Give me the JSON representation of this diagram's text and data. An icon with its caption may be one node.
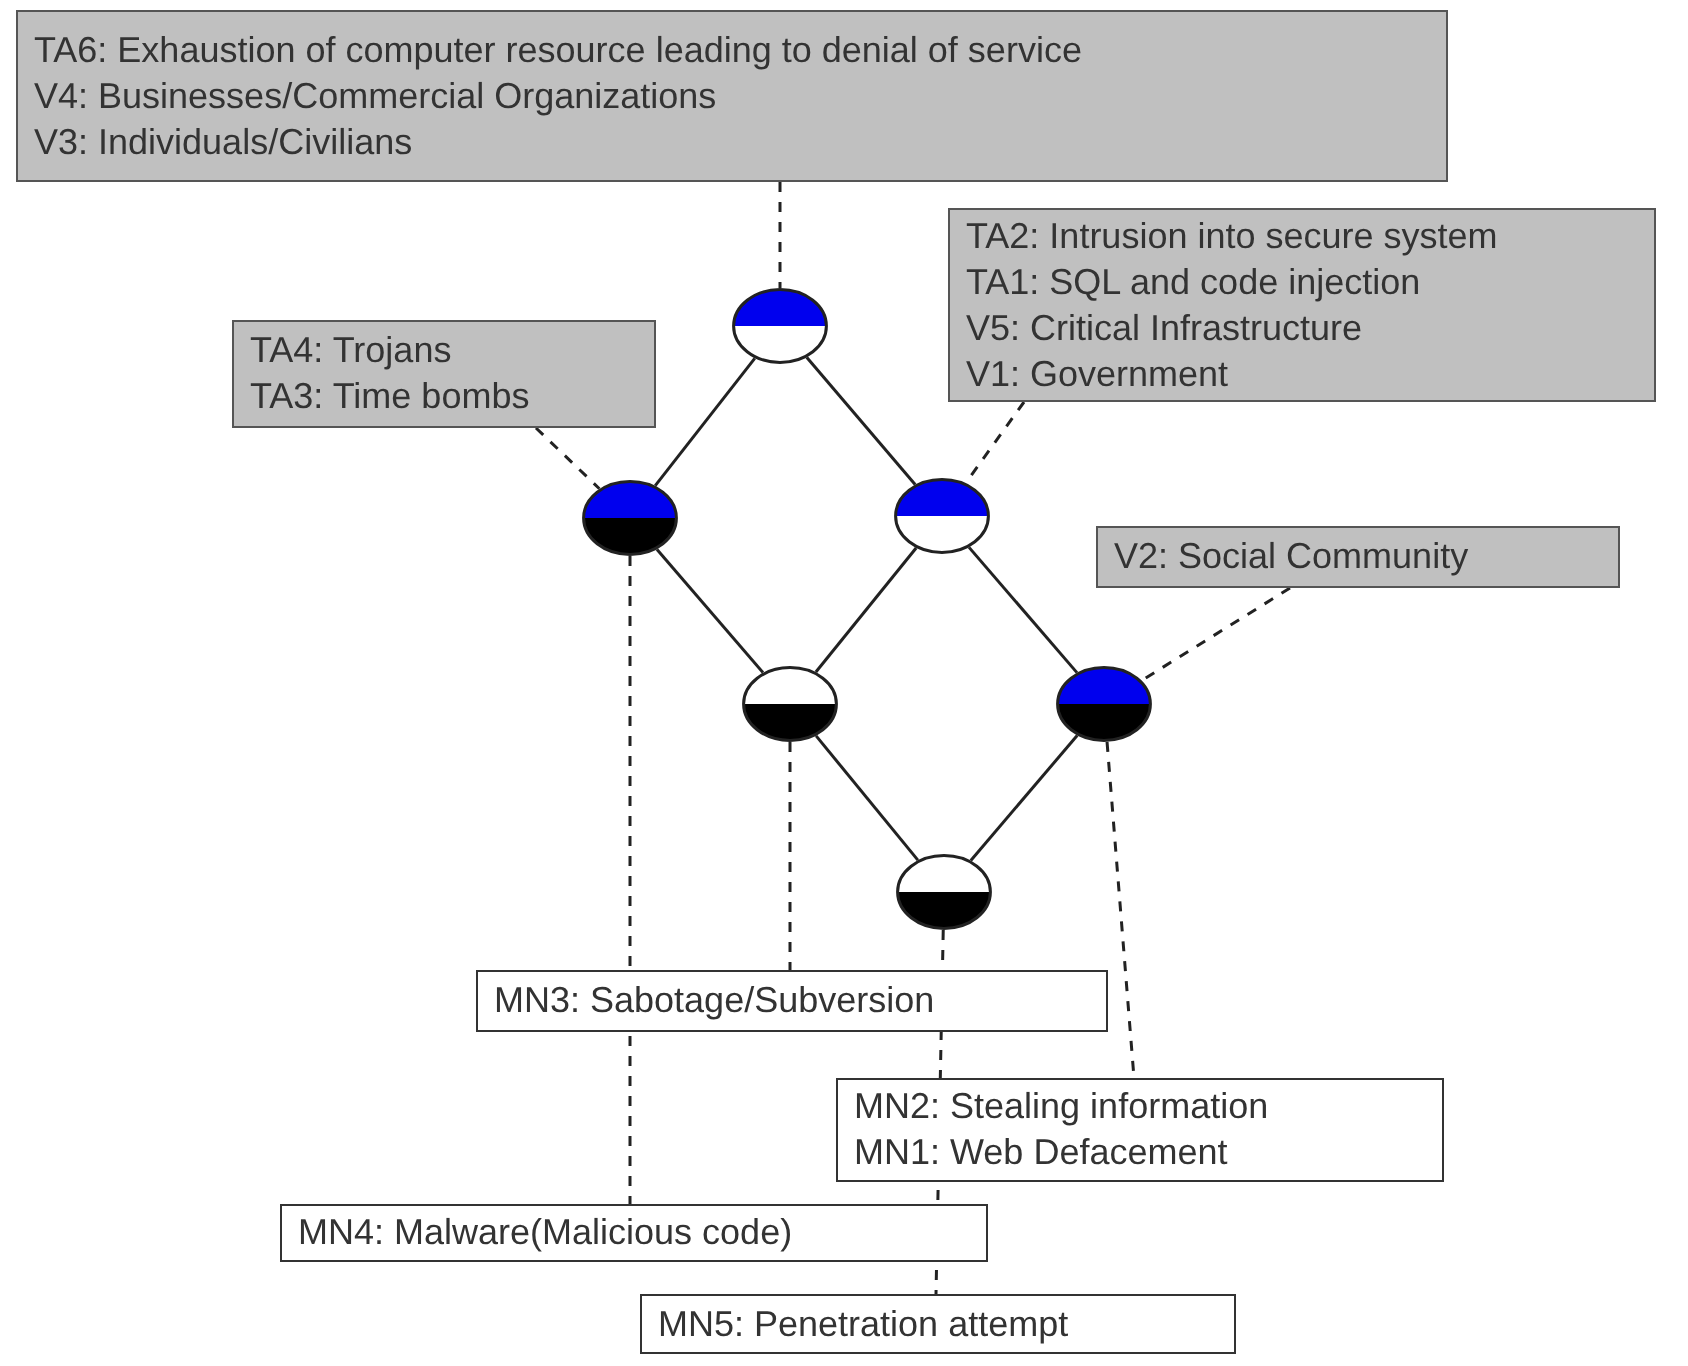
{
  "diagram": {
    "nodes": [
      {
        "text": [
          "TA6: Exhaustion of computer resource leading to denial of service",
          "V4: Businesses/Commercial Organizations",
          "V3: Individuals/Civilians"
        ]
      },
      {
        "text": [
          "TA2: Intrusion into secure system",
          "TA1: SQL and code injection",
          "V5: Critical Infrastructure",
          "V1: Government"
        ]
      },
      {
        "text": [
          "TA4: Trojans",
          "TA3: Time bombs"
        ]
      },
      {
        "text": [
          "V2: Social Community"
        ]
      },
      {
        "text": [],
        "shape": "circle"
      },
      {
        "text": [],
        "shape": "circle"
      },
      {
        "text": [],
        "shape": "circle"
      },
      {
        "text": [],
        "shape": "circle"
      },
      {
        "text": [],
        "shape": "circle"
      },
      {
        "text": [],
        "shape": "circle"
      },
      {
        "text": [
          "MN3: Sabotage/Subversion"
        ]
      },
      {
        "text": [
          "MN2: Stealing information",
          "MN1: Web Defacement"
        ]
      },
      {
        "text": [
          "MN4: Malware(Malicious code)"
        ]
      },
      {
        "text": [
          "MN5: Penetration attempt"
        ]
      }
    ],
    "edges": [
      {
        "from": 4,
        "to": 5,
        "arrow": "none"
      },
      {
        "from": 4,
        "to": 6,
        "arrow": "none"
      },
      {
        "from": 5,
        "to": 7,
        "arrow": "none"
      },
      {
        "from": 6,
        "to": 7,
        "arrow": "none"
      },
      {
        "from": 6,
        "to": 8,
        "arrow": "none"
      },
      {
        "from": 7,
        "to": 9,
        "arrow": "none"
      },
      {
        "from": 8,
        "to": 9,
        "arrow": "none"
      },
      {
        "from": 0,
        "to": 4,
        "arrow": "none",
        "style": "dashed"
      },
      {
        "from": 1,
        "to": 6,
        "arrow": "none",
        "style": "dashed"
      },
      {
        "from": 2,
        "to": 5,
        "arrow": "none",
        "style": "dashed"
      },
      {
        "from": 3,
        "to": 8,
        "arrow": "none",
        "style": "dashed"
      },
      {
        "from": 7,
        "to": 10,
        "arrow": "none",
        "style": "dashed"
      },
      {
        "from": 8,
        "to": 11,
        "arrow": "none",
        "style": "dashed"
      },
      {
        "from": 5,
        "to": 12,
        "arrow": "none",
        "style": "dashed"
      },
      {
        "from": 9,
        "to": 13,
        "arrow": "none",
        "style": "dashed"
      }
    ]
  }
}
